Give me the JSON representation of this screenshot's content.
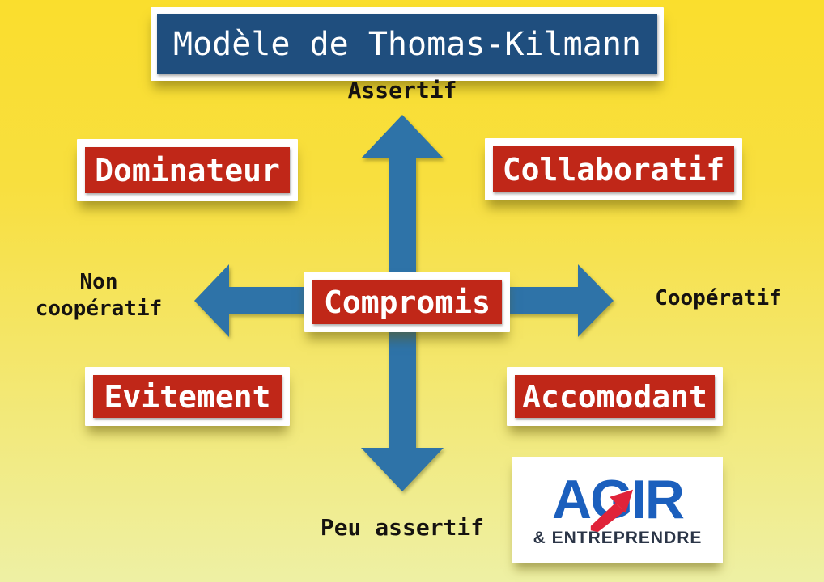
{
  "title": "Modèle de Thomas-Kilmann",
  "axes": {
    "top": "Assertif",
    "bottom": "Peu assertif",
    "left": "Non coopératif",
    "right": "Coopératif"
  },
  "quadrants": {
    "top_left": "Dominateur",
    "top_right": "Collaboratif",
    "center": "Compromis",
    "bottom_left": "Evitement",
    "bottom_right": "Accomodant"
  },
  "logo": {
    "name": "AGIR",
    "tagline": "& ENTREPRENDRE"
  },
  "colors": {
    "background_top": "#FADE2D",
    "background_bottom": "#EEF0A4",
    "arrow_blue": "#2E73A8",
    "title_blue": "#1F4E7E",
    "label_red": "#C02718",
    "logo_blue": "#1B5FBD",
    "logo_red": "#E02339",
    "logo_dark": "#2B3547"
  }
}
